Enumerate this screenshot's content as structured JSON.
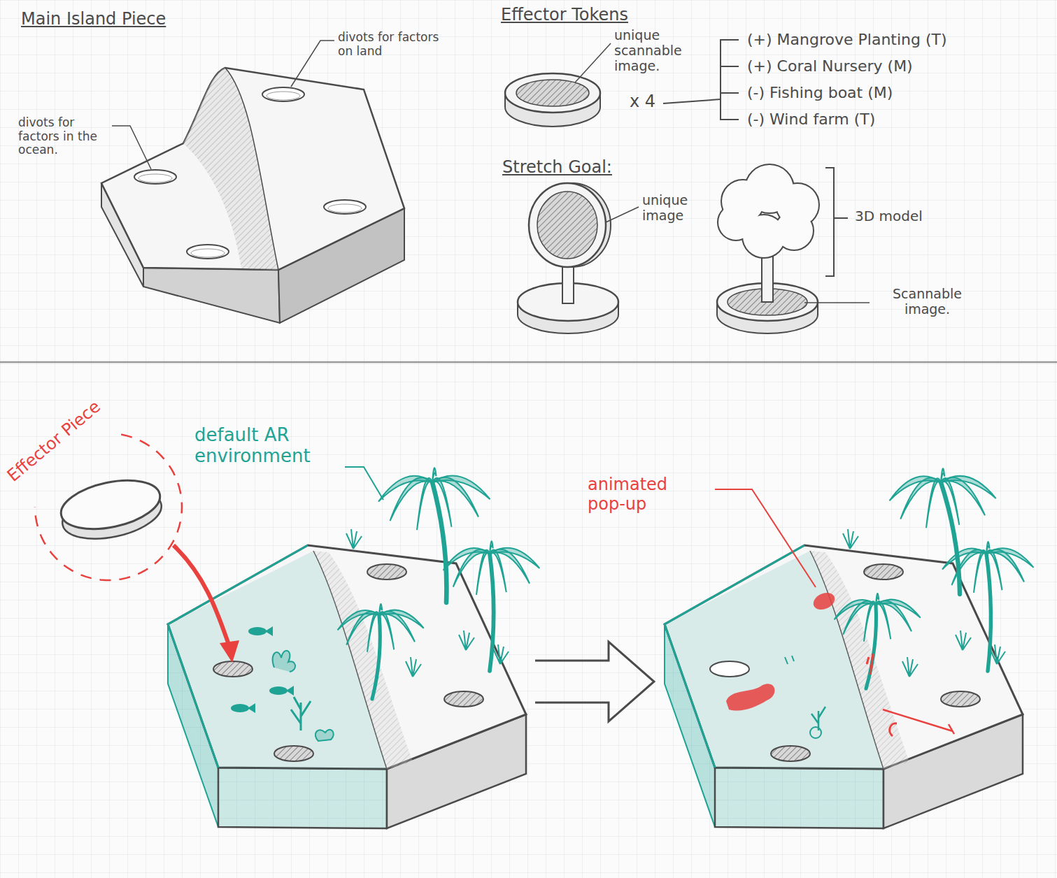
{
  "diagram": {
    "nodes": [
      {
        "text": [
          "Effector Piece"
        ]
      }
    ],
    "labels": [
      "Main Island Piece",
      "divots for factors on land",
      "divots for factors in the ocean.",
      "Effector Tokens",
      "unique scannable image.",
      "x 4",
      "(+) Mangrove Planting (T)",
      "(+) Coral Nursery (M)",
      "(-) Fishing boat (M)",
      "(-) Wind farm (T)",
      "Stretch Goal:",
      "unique image",
      "3D model",
      "Scannable image.",
      "default AR environment",
      "animated pop-up"
    ]
  }
}
